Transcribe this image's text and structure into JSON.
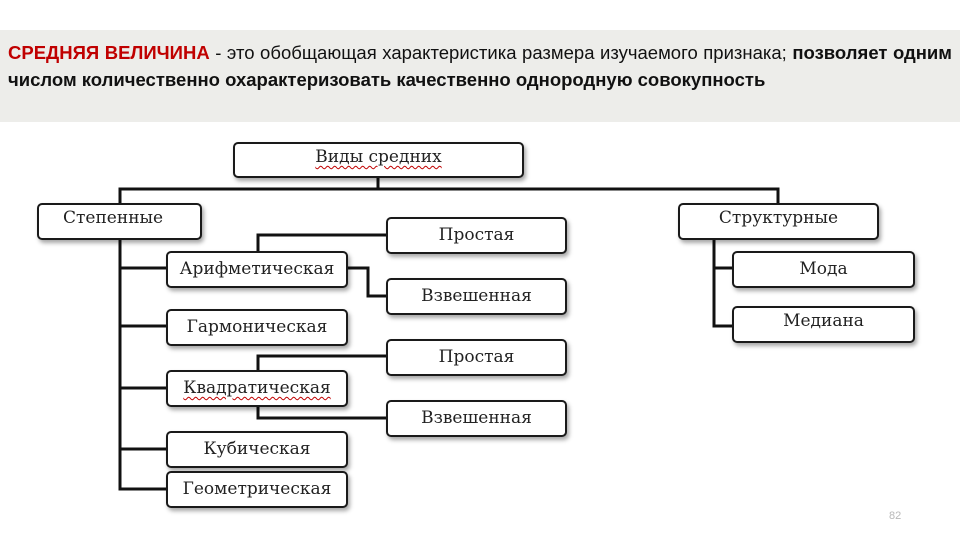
{
  "header": {
    "term": "СРЕДНЯЯ ВЕЛИЧИНА",
    "rest_line1": " - это обобщающая характеристика размера изучаемого признака;",
    "line2": "позволяет одним числом количественно охарактеризовать качественно однородную совокупность"
  },
  "diagram": {
    "root": "Виды средних",
    "power": {
      "label": "Степенные",
      "types": [
        "Арифметическая",
        "Гармоническая",
        "Квадратическая",
        "Кубическая",
        "Геометрическая"
      ],
      "simple_label": "Простая",
      "weighted_label": "Взвешенная"
    },
    "structural": {
      "label": "Структурные",
      "types": [
        "Мода",
        "Медиана"
      ]
    }
  },
  "page_number": "82"
}
